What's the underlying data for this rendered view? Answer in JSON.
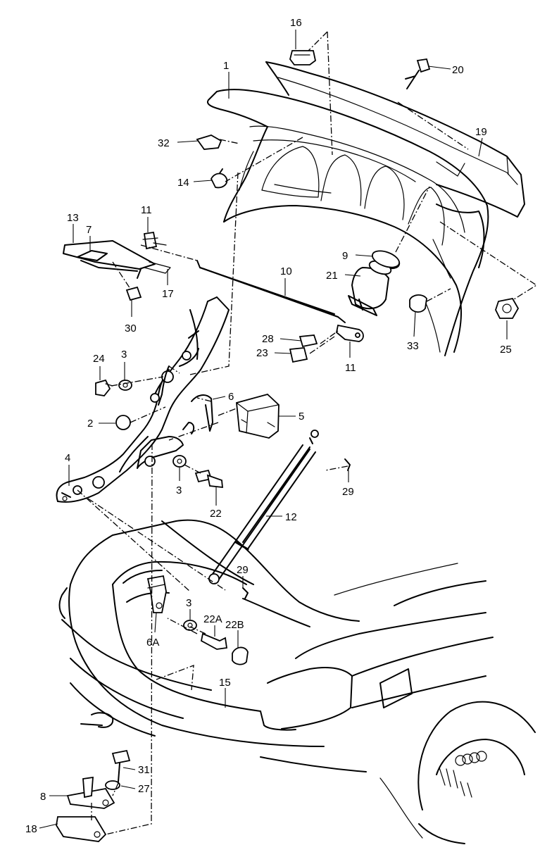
{
  "callouts": {
    "c1": "1",
    "c16": "16",
    "c20": "20",
    "c19": "19",
    "c32": "32",
    "c14": "14",
    "c11a": "11",
    "c13": "13",
    "c7": "7",
    "c17": "17",
    "c30": "30",
    "c10": "10",
    "c9": "9",
    "c21": "21",
    "c33": "33",
    "c25": "25",
    "c28": "28",
    "c23": "23",
    "c11b": "11",
    "c24": "24",
    "c3a": "3",
    "c6": "6",
    "c5": "5",
    "c2": "2",
    "c4": "4",
    "c3b": "3",
    "c22": "22",
    "c29a": "29",
    "c12": "12",
    "c29b": "29",
    "c3c": "3",
    "c22A": "22A",
    "c22B": "22B",
    "c6A": "6A",
    "c15": "15",
    "c31": "31",
    "c27": "27",
    "c8": "8",
    "c18": "18"
  }
}
